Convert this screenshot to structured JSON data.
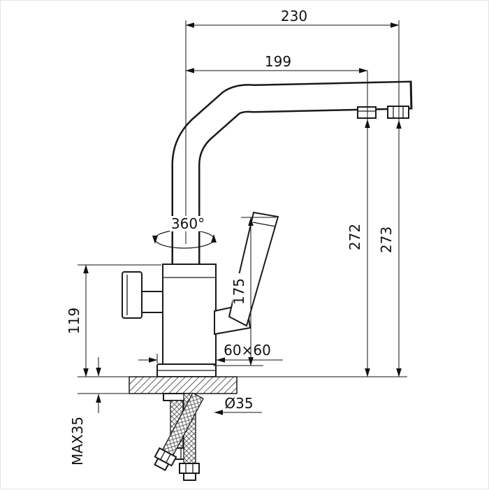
{
  "colors": {
    "line": "#1a1a1a",
    "dimension": "#111111",
    "background": "#ffffff"
  },
  "labels": {
    "dim_230": "230",
    "dim_199": "199",
    "rotation": "360°",
    "dim_272": "272",
    "dim_273": "273",
    "dim_175": "175",
    "dim_119": "119",
    "dim_base": "60×60",
    "dim_hole": "Ø35",
    "dim_max35": "MAX35"
  }
}
